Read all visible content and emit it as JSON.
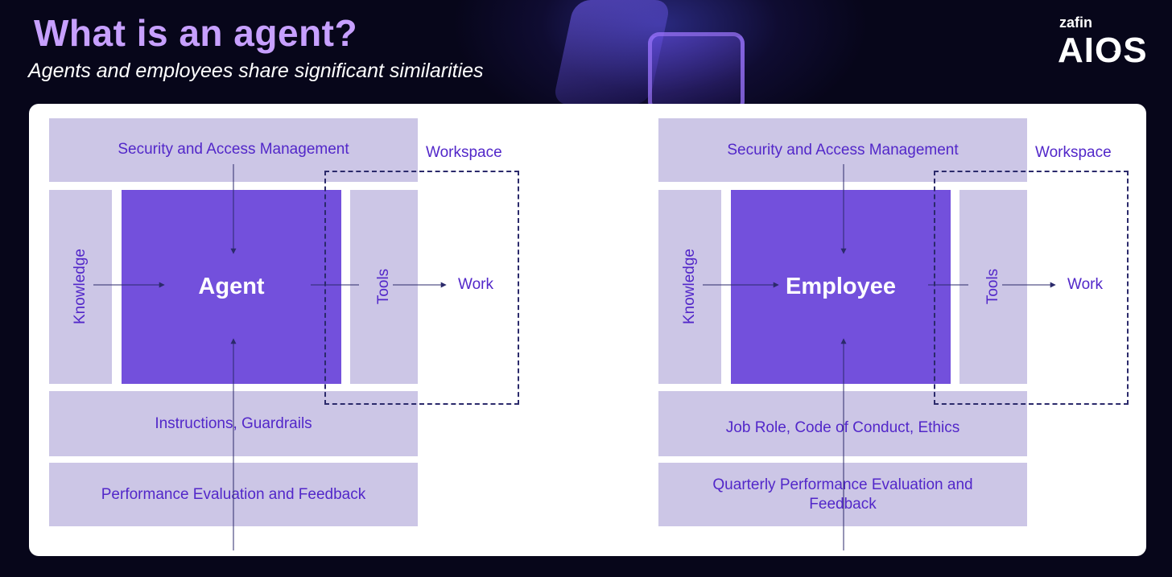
{
  "header": {
    "title": "What is an agent?",
    "subtitle": "Agents and employees share significant similarities"
  },
  "logo": {
    "small": "zafin",
    "big": "AIOS",
    "icon": "sparkle-icon"
  },
  "colors": {
    "background": "#07061a",
    "title": "#c7a0ff",
    "box_fill": "#ccc6e6",
    "center_fill": "#7350dc",
    "label_text": "#5227c9",
    "workspace_border": "#2b2a6b"
  },
  "left": {
    "top_label": "Security and Access Management",
    "knowledge_label": "Knowledge",
    "center_label": "Agent",
    "tools_label": "Tools",
    "work_label": "Work",
    "workspace_label": "Workspace",
    "instructions_label": "Instructions, Guardrails",
    "performance_label": "Performance Evaluation and Feedback"
  },
  "right": {
    "top_label": "Security and Access Management",
    "knowledge_label": "Knowledge",
    "center_label": "Employee",
    "tools_label": "Tools",
    "work_label": "Work",
    "workspace_label": "Workspace",
    "instructions_label": "Job Role, Code of Conduct, Ethics",
    "performance_label": "Quarterly Performance Evaluation and Feedback"
  }
}
